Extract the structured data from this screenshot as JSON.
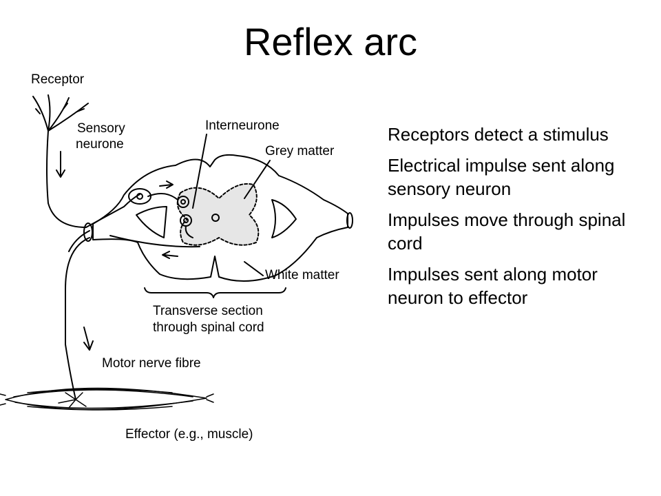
{
  "slide": {
    "title": "Reflex arc"
  },
  "diagram": {
    "labels": {
      "receptor": "Receptor",
      "sensory_neurone_1": "Sensory",
      "sensory_neurone_2": "neurone",
      "interneurone": "Interneurone",
      "grey_matter": "Grey matter",
      "white_matter": "White matter",
      "transverse_1": "Transverse section",
      "transverse_2": "through spinal cord",
      "motor_nerve_fibre": "Motor nerve fibre",
      "effector": "Effector (e.g., muscle)"
    }
  },
  "bullets": [
    "Receptors detect a stimulus",
    "Electrical impulse sent along sensory neuron",
    "Impulses move through spinal cord",
    "Impulses sent along motor neuron to effector"
  ]
}
